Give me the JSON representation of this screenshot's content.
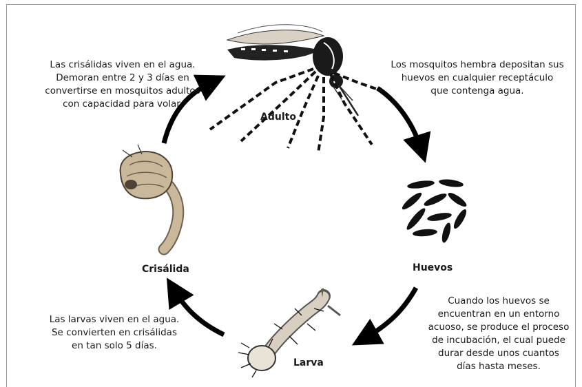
{
  "stages": {
    "adult": "Adulto",
    "eggs": "Huevos",
    "larva": "Larva",
    "pupa": "Crisálida"
  },
  "captions": {
    "pupa_to_adult": [
      "Las crisálidas viven en el agua.",
      "Demoran entre 2 y 3 días en",
      "convertirse en mosquitos adultos",
      "con capacidad para volar."
    ],
    "adult_to_eggs": [
      "Los mosquitos hembra depositan sus",
      "huevos en cualquier receptáculo",
      "que contenga agua."
    ],
    "eggs_to_larva": [
      "Cuando los huevos se",
      "encuentran en un entorno",
      "acuoso, se produce el proceso",
      "de incubación, el cual puede",
      "durar desde unos cuantos",
      "días hasta meses."
    ],
    "larva_to_pupa": [
      "Las larvas viven en el agua.",
      "Se convierten en crisálidas",
      "en tan solo 5 días."
    ]
  },
  "icons": [
    "mosquito-adult-icon",
    "eggs-icon",
    "larva-icon",
    "pupa-icon",
    "cycle-arrow-icon"
  ],
  "colors": {
    "arrow": "#000000",
    "text": "#1a1a1a",
    "pupa": "#c9b89a",
    "larva": "#d8cfc0"
  }
}
